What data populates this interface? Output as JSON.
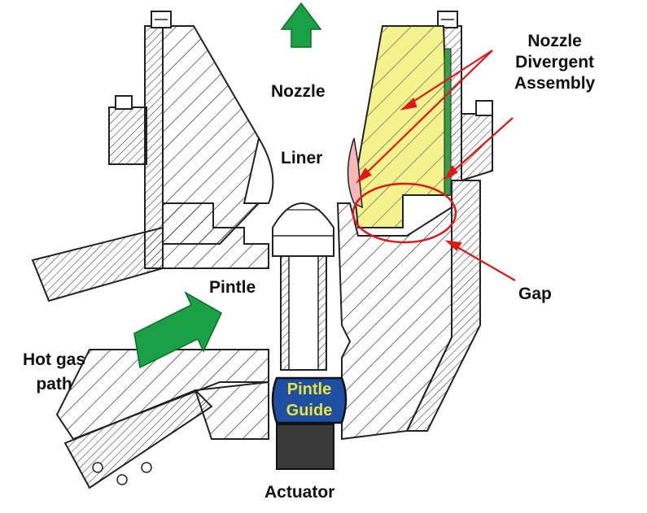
{
  "labels": {
    "nozzle": "Nozzle",
    "liner": "Liner",
    "nozzle_divergent_assembly": [
      "Nozzle",
      "Divergent",
      "Assembly"
    ],
    "pintle": "Pintle",
    "hot_gas_path": [
      "Hot gas",
      "path"
    ],
    "gap": "Gap",
    "pintle_guide": [
      "Pintle",
      "Guide"
    ],
    "actuator": "Actuator"
  },
  "colors": {
    "flow_arrow": "#1aa045",
    "callout": "#e01818",
    "divergent_fill": "#f4f28c",
    "liner_fill": "#f6b9b9",
    "green_strip": "#3a9d4a",
    "guide_fill": "#1f4fa3",
    "guide_text": "#e8e23a",
    "actuator_fill": "#3a3a3a",
    "line": "#2a2a2a"
  }
}
